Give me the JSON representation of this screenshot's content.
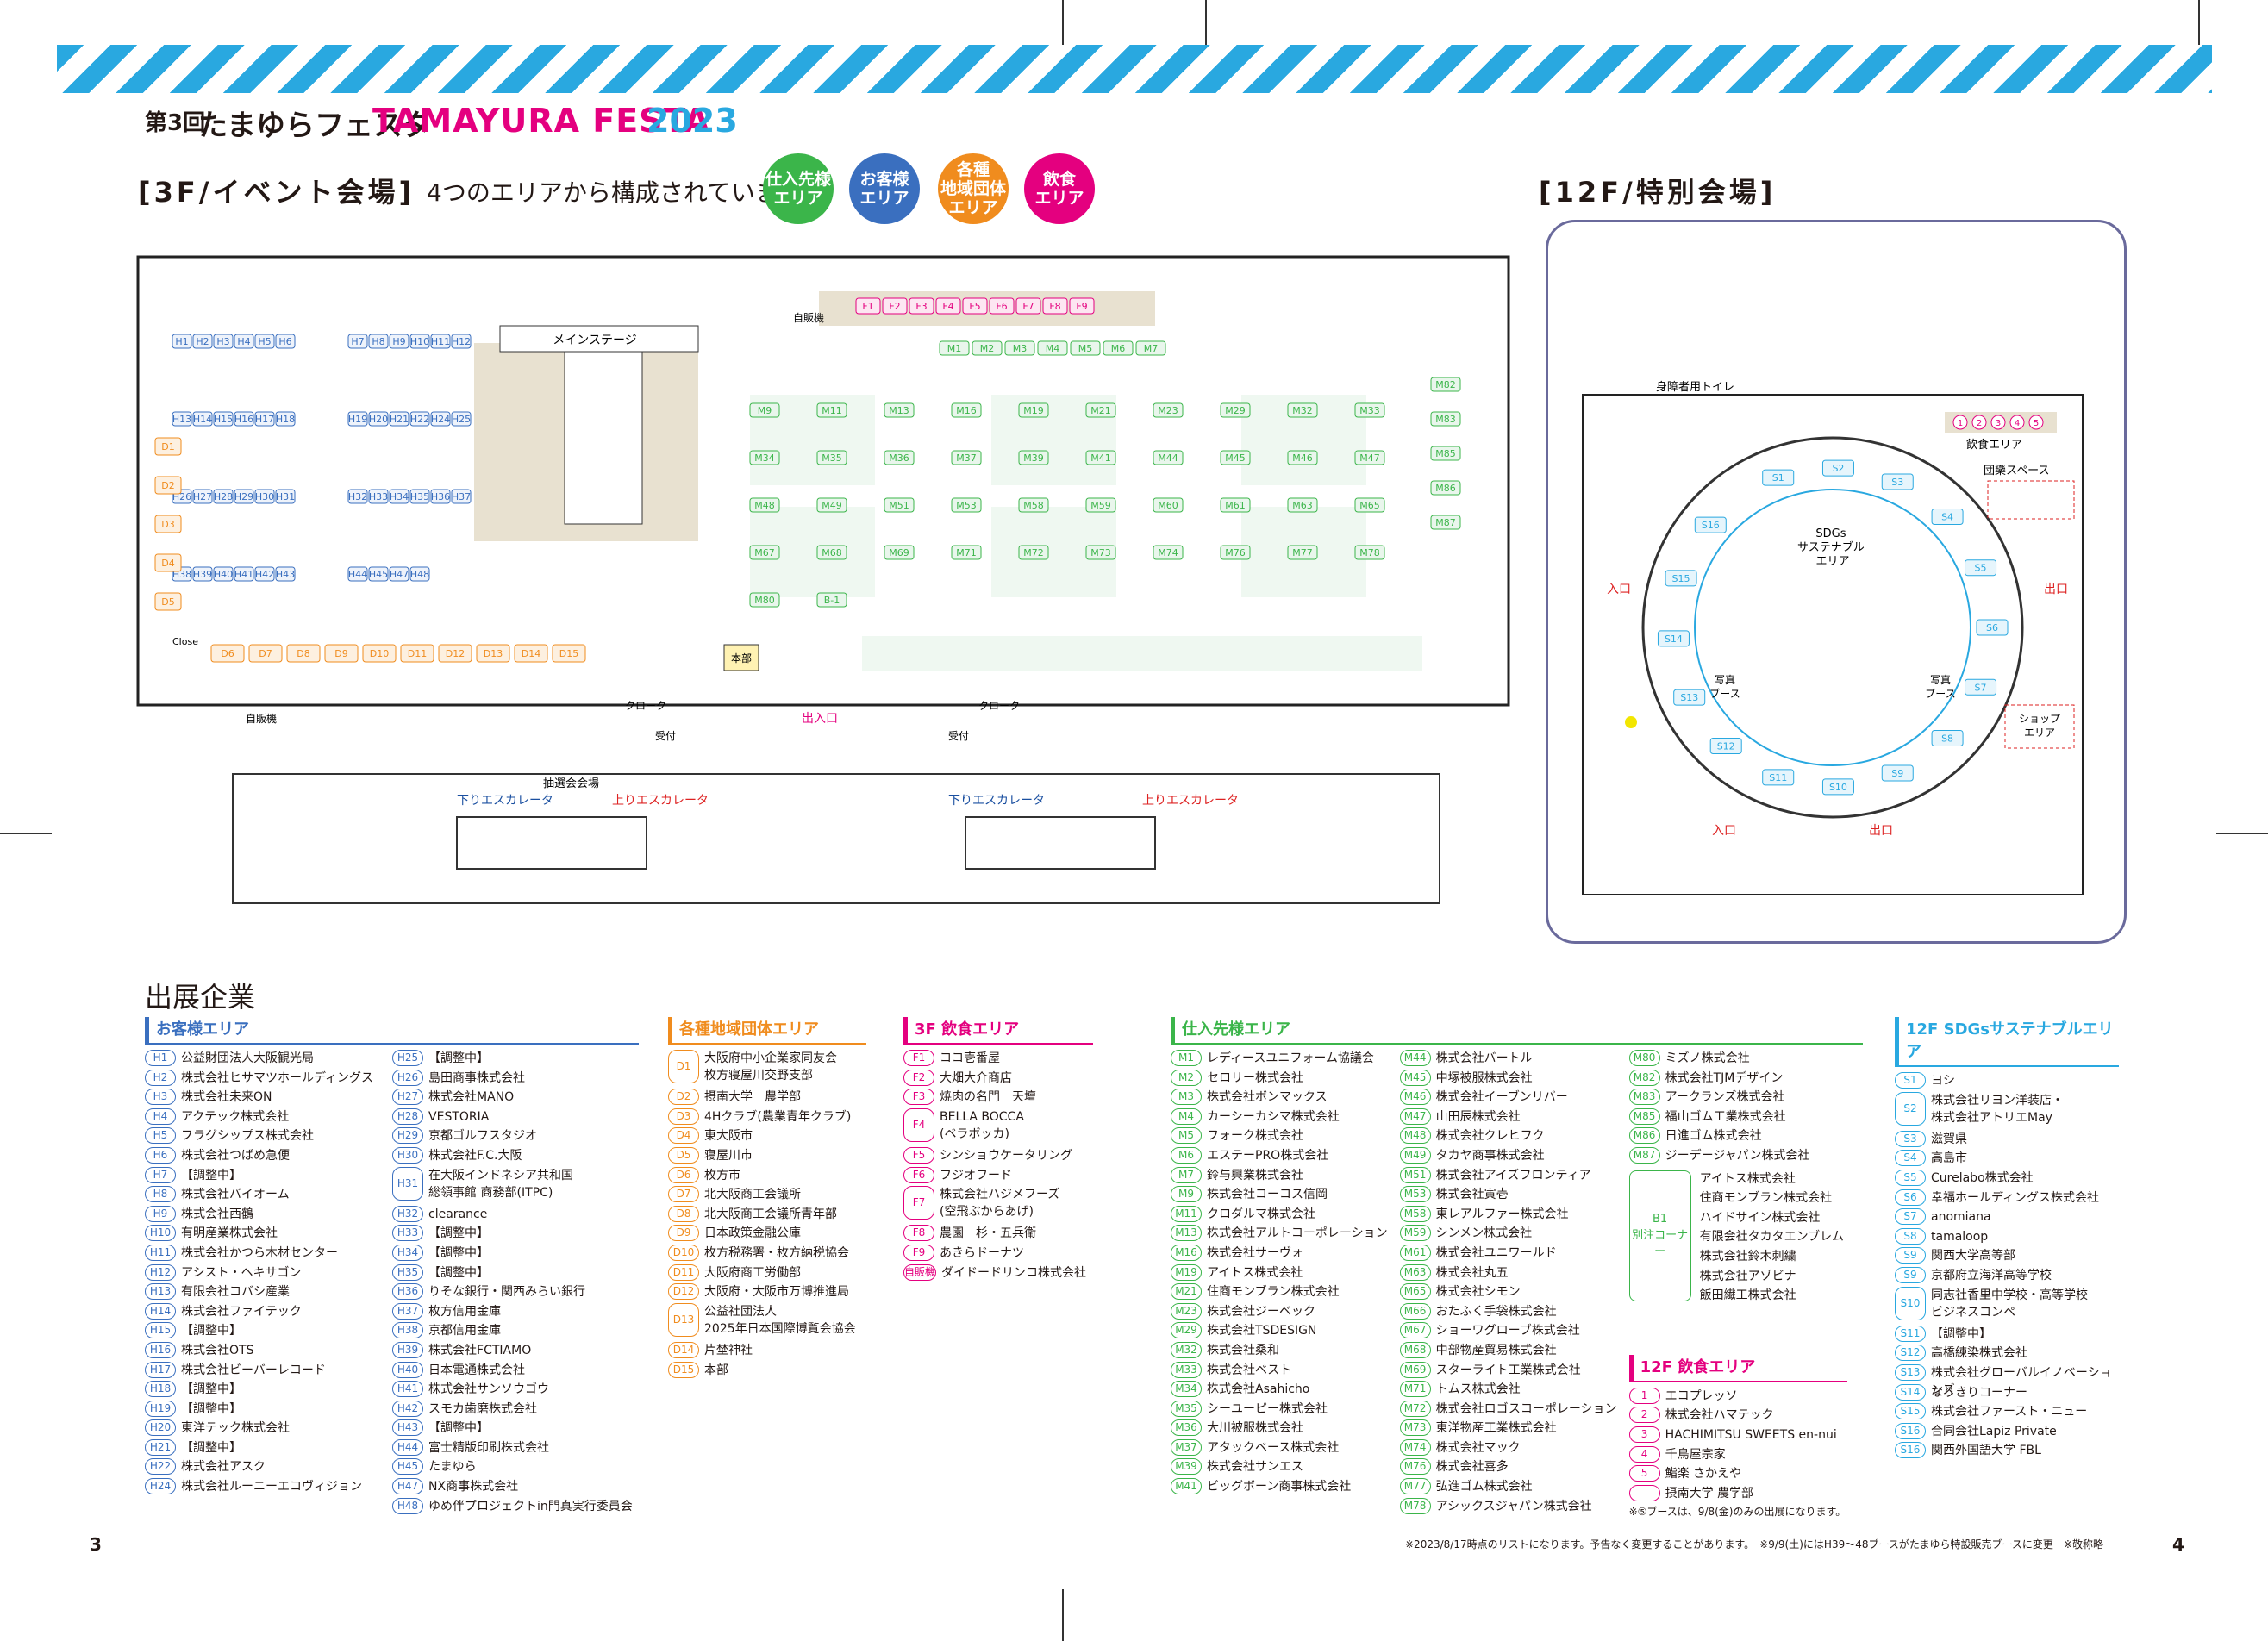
{
  "header": {
    "small": "第3回",
    "jp": "たまゆらフェスタ",
    "en": "TAMAYURA FESTA",
    "year": "2023"
  },
  "section3f": {
    "title": "[3F/イベント会場]",
    "subtitle": "4つのエリアから構成されています"
  },
  "areas": [
    {
      "label": "仕入先様\nエリア",
      "color": "#3bb54a"
    },
    {
      "label": "お客様\nエリア",
      "color": "#3a6fbf"
    },
    {
      "label": "各種\n地域団体\nエリア",
      "color": "#f08c1e"
    },
    {
      "label": "飲食\nエリア",
      "color": "#e4007f"
    }
  ],
  "section12f": {
    "title": "[12F/特別会場]"
  },
  "colors": {
    "customer": "#3a6fbf",
    "regional": "#f08c1e",
    "food": "#e4007f",
    "supplier": "#3bb54a",
    "sdgs": "#29a8e0"
  },
  "map3f": {
    "stage": "メインステージ",
    "vending_top": "自販機",
    "vending_bottom": "自販機",
    "close": "Close",
    "cloak": "クローク",
    "reception": "受付",
    "entrance": "出入口",
    "hq": "本部",
    "esc_down": "下りエスカレータ",
    "esc_up": "上りエスカレータ",
    "lottery": "抽選会会場",
    "booths_h": [
      "H1",
      "H2",
      "H3",
      "H4",
      "H5",
      "H6",
      "H7",
      "H8",
      "H9",
      "H10",
      "H11",
      "H12",
      "H13",
      "H14",
      "H15",
      "H16",
      "H17",
      "H18",
      "H19",
      "H20",
      "H21",
      "H22",
      "H24",
      "H25",
      "H26",
      "H27",
      "H28",
      "H29",
      "H30",
      "H31",
      "H32",
      "H33",
      "H34",
      "H35",
      "H36",
      "H37",
      "H38",
      "H39",
      "H40",
      "H41",
      "H42",
      "H43",
      "H44",
      "H45",
      "H47",
      "H48"
    ],
    "booths_d": [
      "D1",
      "D2",
      "D3",
      "D4",
      "D5",
      "D6",
      "D7",
      "D8",
      "D9",
      "D10",
      "D11",
      "D12",
      "D13",
      "D14",
      "D15"
    ],
    "booths_f": [
      "F1",
      "F2",
      "F3",
      "F4",
      "F5",
      "F6",
      "F7",
      "F8",
      "F9"
    ],
    "booths_m": [
      "M1",
      "M2",
      "M3",
      "M4",
      "M5",
      "M6",
      "M7",
      "M82",
      "M83",
      "M85",
      "M86",
      "M87",
      "M9",
      "M11",
      "M13",
      "M16",
      "M19",
      "M21",
      "M23",
      "M29",
      "M32",
      "M33",
      "M34",
      "M35",
      "M36",
      "M37",
      "M39",
      "M41",
      "M44",
      "M45",
      "M46",
      "M47",
      "M48",
      "M49",
      "M51",
      "M53",
      "M58",
      "M59",
      "M60",
      "M61",
      "M63",
      "M65",
      "M67",
      "M68",
      "M69",
      "M71",
      "M72",
      "M73",
      "M74",
      "M76",
      "M77",
      "M78",
      "M80",
      "B-1"
    ]
  },
  "map12f": {
    "sdgs": "SDGs\nサステナブル\nエリア",
    "accessible": "身障者用トイレ",
    "food": "飲食エリア",
    "rest": "団欒スペース",
    "in": "入口",
    "out": "出口",
    "photo": "写真\nブース",
    "shop": "ショップ\nエリア",
    "booths_s": [
      "S1",
      "S2",
      "S3",
      "S4",
      "S5",
      "S6",
      "S7",
      "S8",
      "S9",
      "S10",
      "S11",
      "S12",
      "S13",
      "S14",
      "S15",
      "S16"
    ],
    "food_nums": [
      "1",
      "2",
      "3",
      "4",
      "5"
    ]
  },
  "exhibitors_title": "出展企業",
  "customer_area": {
    "title": "お客様エリア",
    "items": [
      [
        "H1",
        "公益財団法人大阪観光局"
      ],
      [
        "H2",
        "株式会社ヒサマツホールディングス"
      ],
      [
        "H3",
        "株式会社未来ON"
      ],
      [
        "H4",
        "アクテック株式会社"
      ],
      [
        "H5",
        "フラグシップス株式会社"
      ],
      [
        "H6",
        "株式会社つばめ急便"
      ],
      [
        "H7",
        "【調整中】"
      ],
      [
        "H8",
        "株式会社バイオーム"
      ],
      [
        "H9",
        "株式会社西鶴"
      ],
      [
        "H10",
        "有明産業株式会社"
      ],
      [
        "H11",
        "株式会社かつら木材センター"
      ],
      [
        "H12",
        "アシスト・ヘキサゴン"
      ],
      [
        "H13",
        "有限会社コバシ産業"
      ],
      [
        "H14",
        "株式会社ファイテック"
      ],
      [
        "H15",
        "【調整中】"
      ],
      [
        "H16",
        "株式会社OTS"
      ],
      [
        "H17",
        "株式会社ビーバーレコード"
      ],
      [
        "H18",
        "【調整中】"
      ],
      [
        "H19",
        "【調整中】"
      ],
      [
        "H20",
        "東洋テック株式会社"
      ],
      [
        "H21",
        "【調整中】"
      ],
      [
        "H22",
        "株式会社アスク"
      ],
      [
        "H24",
        "株式会社ルーニーエコヴィジョン"
      ]
    ],
    "items2": [
      [
        "H25",
        "【調整中】"
      ],
      [
        "H26",
        "島田商事株式会社"
      ],
      [
        "H27",
        "株式会社MANO"
      ],
      [
        "H28",
        "VESTORIA"
      ],
      [
        "H29",
        "京都ゴルフスタジオ"
      ],
      [
        "H30",
        "株式会社F.C.大阪"
      ],
      [
        "H31",
        "在大阪インドネシア共和国\n総領事館 商務部(ITPC)"
      ],
      [
        "H32",
        "clearance"
      ],
      [
        "H33",
        "【調整中】"
      ],
      [
        "H34",
        "【調整中】"
      ],
      [
        "H35",
        "【調整中】"
      ],
      [
        "H36",
        "りそな銀行・関西みらい銀行"
      ],
      [
        "H37",
        "枚方信用金庫"
      ],
      [
        "H38",
        "京都信用金庫"
      ],
      [
        "H39",
        "株式会社FCTIAMO"
      ],
      [
        "H40",
        "日本電通株式会社"
      ],
      [
        "H41",
        "株式会社サンソウゴウ"
      ],
      [
        "H42",
        "スモカ歯磨株式会社"
      ],
      [
        "H43",
        "【調整中】"
      ],
      [
        "H44",
        "富士精版印刷株式会社"
      ],
      [
        "H45",
        "たまゆら"
      ],
      [
        "H47",
        "NX商事株式会社"
      ],
      [
        "H48",
        "ゆめ伴プロジェクトin門真実行委員会"
      ]
    ]
  },
  "regional_area": {
    "title": "各種地域団体エリア",
    "items": [
      [
        "D1",
        "大阪府中小企業家同友会\n枚方寝屋川交野支部"
      ],
      [
        "D2",
        "摂南大学　農学部"
      ],
      [
        "D3",
        "4Hクラブ(農業青年クラブ)"
      ],
      [
        "D4",
        "東大阪市"
      ],
      [
        "D5",
        "寝屋川市"
      ],
      [
        "D6",
        "枚方市"
      ],
      [
        "D7",
        "北大阪商工会議所"
      ],
      [
        "D8",
        "北大阪商工会議所青年部"
      ],
      [
        "D9",
        "日本政策金融公庫"
      ],
      [
        "D10",
        "枚方税務署・枚方納税協会"
      ],
      [
        "D11",
        "大阪府商工労働部"
      ],
      [
        "D12",
        "大阪府・大阪市万博推進局"
      ],
      [
        "D13",
        "公益社団法人\n2025年日本国際博覧会協会"
      ],
      [
        "D14",
        "片埜神社"
      ],
      [
        "D15",
        "本部"
      ]
    ]
  },
  "food3f": {
    "title": "3F 飲食エリア",
    "items": [
      [
        "F1",
        "ココ壱番屋"
      ],
      [
        "F2",
        "大畑大介商店"
      ],
      [
        "F3",
        "焼肉の名門　天壇"
      ],
      [
        "F4",
        "BELLA BOCCA\n(ベラボッカ)"
      ],
      [
        "F5",
        "シンショウケータリング"
      ],
      [
        "F6",
        "フジオフード"
      ],
      [
        "F7",
        "株式会社ハジメフーズ\n(空飛ぶからあげ)"
      ],
      [
        "F8",
        "農園　杉・五兵衛"
      ],
      [
        "F9",
        "あきらドーナツ"
      ],
      [
        "自販機",
        "ダイドードリンコ株式会社"
      ]
    ]
  },
  "supplier_area": {
    "title": "仕入先様エリア",
    "items": [
      [
        "M1",
        "レディースユニフォーム協議会"
      ],
      [
        "M2",
        "セロリー株式会社"
      ],
      [
        "M3",
        "株式会社ボンマックス"
      ],
      [
        "M4",
        "カーシーカシマ株式会社"
      ],
      [
        "M5",
        "フォーク株式会社"
      ],
      [
        "M6",
        "エステーPRO株式会社"
      ],
      [
        "M7",
        "鈴与興業株式会社"
      ],
      [
        "M9",
        "株式会社コーコス信岡"
      ],
      [
        "M11",
        "クロダルマ株式会社"
      ],
      [
        "M13",
        "株式会社アルトコーポレーション"
      ],
      [
        "M16",
        "株式会社サーヴォ"
      ],
      [
        "M19",
        "アイトス株式会社"
      ],
      [
        "M21",
        "住商モンブラン株式会社"
      ],
      [
        "M23",
        "株式会社ジーベック"
      ],
      [
        "M29",
        "株式会社TSDESIGN"
      ],
      [
        "M32",
        "株式会社桑和"
      ],
      [
        "M33",
        "株式会社ベスト"
      ],
      [
        "M34",
        "株式会社Asahicho"
      ],
      [
        "M35",
        "シーユーピー株式会社"
      ],
      [
        "M36",
        "大川被服株式会社"
      ],
      [
        "M37",
        "アタックベース株式会社"
      ],
      [
        "M39",
        "株式会社サンエス"
      ],
      [
        "M41",
        "ビッグボーン商事株式会社"
      ]
    ],
    "items2": [
      [
        "M44",
        "株式会社バートル"
      ],
      [
        "M45",
        "中塚被服株式会社"
      ],
      [
        "M46",
        "株式会社イーブンリバー"
      ],
      [
        "M47",
        "山田辰株式会社"
      ],
      [
        "M48",
        "株式会社クレヒフク"
      ],
      [
        "M49",
        "タカヤ商事株式会社"
      ],
      [
        "M51",
        "株式会社アイズフロンティア"
      ],
      [
        "M53",
        "株式会社寅壱"
      ],
      [
        "M58",
        "東レアルファー株式会社"
      ],
      [
        "M59",
        "シンメン株式会社"
      ],
      [
        "M61",
        "株式会社ユニワールド"
      ],
      [
        "M63",
        "株式会社丸五"
      ],
      [
        "M65",
        "株式会社シモン"
      ],
      [
        "M66",
        "おたふく手袋株式会社"
      ],
      [
        "M67",
        "ショーワグローブ株式会社"
      ],
      [
        "M68",
        "中部物産貿易株式会社"
      ],
      [
        "M69",
        "スターライト工業株式会社"
      ],
      [
        "M71",
        "トムス株式会社"
      ],
      [
        "M72",
        "株式会社ロゴスコーポレーション"
      ],
      [
        "M73",
        "東洋物産工業株式会社"
      ],
      [
        "M74",
        "株式会社マック"
      ],
      [
        "M76",
        "株式会社喜多"
      ],
      [
        "M77",
        "弘進ゴム株式会社"
      ],
      [
        "M78",
        "アシックスジャパン株式会社"
      ]
    ],
    "items3": [
      [
        "M80",
        "ミズノ株式会社"
      ],
      [
        "M82",
        "株式会社TJMデザイン"
      ],
      [
        "M83",
        "アークランズ株式会社"
      ],
      [
        "M85",
        "福山ゴム工業株式会社"
      ],
      [
        "M86",
        "日進ゴム株式会社"
      ],
      [
        "M87",
        "ジーデージャパン株式会社"
      ]
    ],
    "b1": {
      "label": "B1\n別注コーナー",
      "names": [
        "アイトス株式会社",
        "住商モンブラン株式会社",
        "ハイドサイン株式会社",
        "有限会社タカタエンブレム",
        "株式会社鈴木刺繍",
        "株式会社アゾビナ",
        "飯田繊工株式会社"
      ]
    }
  },
  "food12f": {
    "title": "12F 飲食エリア",
    "items": [
      [
        "1",
        "エコプレッソ"
      ],
      [
        "2",
        "株式会社ハマテック"
      ],
      [
        "3",
        "HACHIMITSU SWEETS en-nui"
      ],
      [
        "4",
        "千鳥屋宗家"
      ],
      [
        "5",
        "鮨楽 さかえや"
      ],
      [
        "",
        "摂南大学 農学部"
      ]
    ],
    "note": "※⑤ブースは、9/8(金)のみの出展になります。"
  },
  "sdgs_area": {
    "title": "12F SDGsサステナブルエリア",
    "items": [
      [
        "S1",
        "ヨシ"
      ],
      [
        "S2",
        "株式会社リヨン洋装店・\n株式会社アトリエMay"
      ],
      [
        "S3",
        "滋賀県"
      ],
      [
        "S4",
        "高島市"
      ],
      [
        "S5",
        "Curelabo株式会社"
      ],
      [
        "S6",
        "幸福ホールディングス株式会社"
      ],
      [
        "S7",
        "anomiana"
      ],
      [
        "S8",
        "tamaloop"
      ],
      [
        "S9",
        "関西大学高等部"
      ],
      [
        "S9",
        "京都府立海洋高等学校"
      ],
      [
        "S10",
        "同志社香里中学校・高等学校\nビジネスコンペ"
      ],
      [
        "S11",
        "【調整中】"
      ],
      [
        "S12",
        "高橋練染株式会社"
      ],
      [
        "S13",
        "株式会社グローバルイノベーションズ"
      ],
      [
        "S14",
        "なりきりコーナー"
      ],
      [
        "S15",
        "株式会社ファースト・ニュー"
      ],
      [
        "S16",
        "合同会社Lapiz Private"
      ],
      [
        "S16",
        "関西外国語大学 FBL"
      ]
    ]
  },
  "footnote": "※2023/8/17時点のリストになります。予告なく変更することがあります。　※9/9(土)にはH39～48ブースがたまゆら特設販売ブースに変更　※敬称略",
  "page_left": "3",
  "page_right": "4"
}
